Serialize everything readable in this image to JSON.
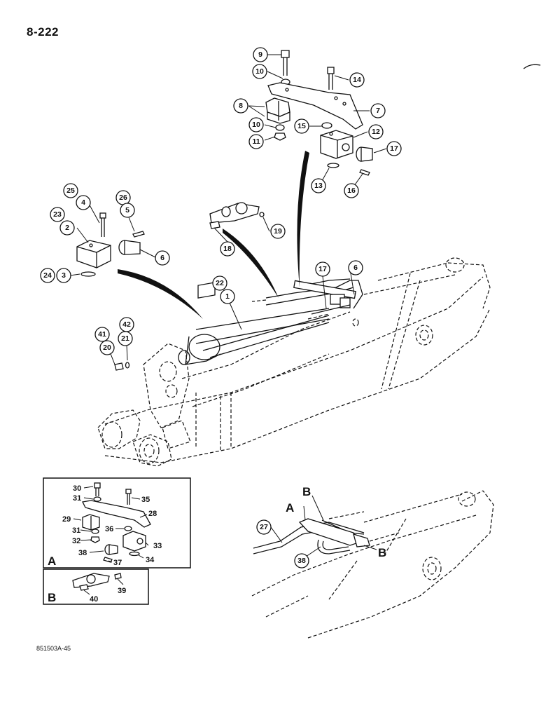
{
  "page": {
    "number": "8-222",
    "reference": "851503A-45"
  },
  "callouts": {
    "c9": "9",
    "c10a": "10",
    "c14": "14",
    "c8": "8",
    "c7": "7",
    "c10b": "10",
    "c15": "15",
    "c12": "12",
    "c11": "11",
    "c17a": "17",
    "c13": "13",
    "c16": "16",
    "c25": "25",
    "c4": "4",
    "c26": "26",
    "c5": "5",
    "c23": "23",
    "c2": "2",
    "c6a": "6",
    "c24": "24",
    "c3": "3",
    "c18": "18",
    "c19": "19",
    "c22": "22",
    "c1": "1",
    "c17b": "17",
    "c6b": "6",
    "c41": "41",
    "c42": "42",
    "c20": "20",
    "c21": "21",
    "c27": "27",
    "c38": "38"
  },
  "inset_a": {
    "letter": "A",
    "labels": {
      "l30": "30",
      "l31a": "31",
      "l35": "35",
      "l28": "28",
      "l29": "29",
      "l31b": "31",
      "l36": "36",
      "l32": "32",
      "l33": "33",
      "l38": "38",
      "l37": "37",
      "l34": "34"
    }
  },
  "inset_b": {
    "letter": "B",
    "labels": {
      "l39": "39",
      "l40": "40"
    }
  },
  "detail_letters": {
    "a": "A",
    "b1": "B",
    "b2": "B"
  }
}
